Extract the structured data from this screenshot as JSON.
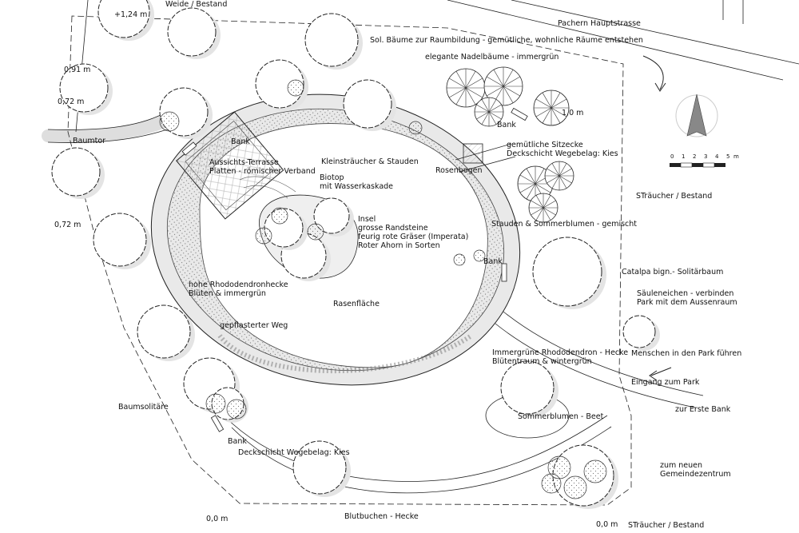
{
  "colors": {
    "line": "#222222",
    "fill_light": "#eeeeee",
    "fill_mid": "#d4d4d4",
    "compass": "#777777"
  },
  "scale": {
    "ticks": [
      "0",
      "1",
      "2",
      "3",
      "4",
      "5"
    ],
    "unit": "m"
  },
  "labels": {
    "height_top": "+1,24 m",
    "weide": "Weide / Bestand",
    "pachern": "Pachern Hauptstrasse",
    "sol_baeume": "Sol. Bäume zur Raumbildung - gemütliche, wohnliche Räume entstehen",
    "nadelbaeume": "elegante Nadelbäume - immergrün",
    "h091": "0,91 m",
    "h072a": "0,72 m",
    "h10": "1,0 m",
    "bank_top_right": "Bank",
    "baumtor": "Baumtor",
    "bank_terrace": "Bank",
    "terrasse": "Aussichts-Terrasse\nPlatten - römischer Verband",
    "kleinstraeucher": "Kleinsträucher & Stauden",
    "rosenbogen": "Rosenbogen",
    "sitzecke": "gemütliche Sitzecke\nDeckschicht Wegebelag: Kies",
    "biotop": "Biotop\nmit Wasserkaskade",
    "straeucher_bestand_r": "STräucher / Bestand",
    "h072b": "0,72 m",
    "insel": "Insel\ngrosse Randsteine\nfeurig rote Gräser (Imperata)\nRoter Ahorn in Sorten",
    "stauden_sommer": "Stauden & Sommerblumen - gemischt",
    "bank_right": "Bank",
    "catalpa": "Catalpa bign.- Solitärbaum",
    "rhodo_hecke": "hohe Rhododendronhecke\nBlüten & immergrün",
    "saeuleneichen": "Säuleneichen - verbinden\nPark mit dem Aussenraum",
    "rasen": "Rasenfläche",
    "weg": "gepflasterter Weg",
    "immergruen_rhodo": "Immergrüne Rhododendron - Hecke\nBlütentraum & wintergrün",
    "menschen": "Menschen in den Park führen",
    "eingang": "Eingang zum Park",
    "baumsolitaere": "Baumsolitäre",
    "sommerblumen_beet": "Sommerblumen - Beet",
    "erste_bank": "zur Erste Bank",
    "bank_bottom": "Bank",
    "deckschicht_bottom": "Deckschicht Wegebelag: Kies",
    "gemeindezentrum": "zum neuen\nGemeindezentrum",
    "h00_left": "0,0 m",
    "blutbuchen": "Blutbuchen - Hecke",
    "h00_right": "0,0 m",
    "straeucher_bestand_b": "STräucher / Bestand"
  }
}
